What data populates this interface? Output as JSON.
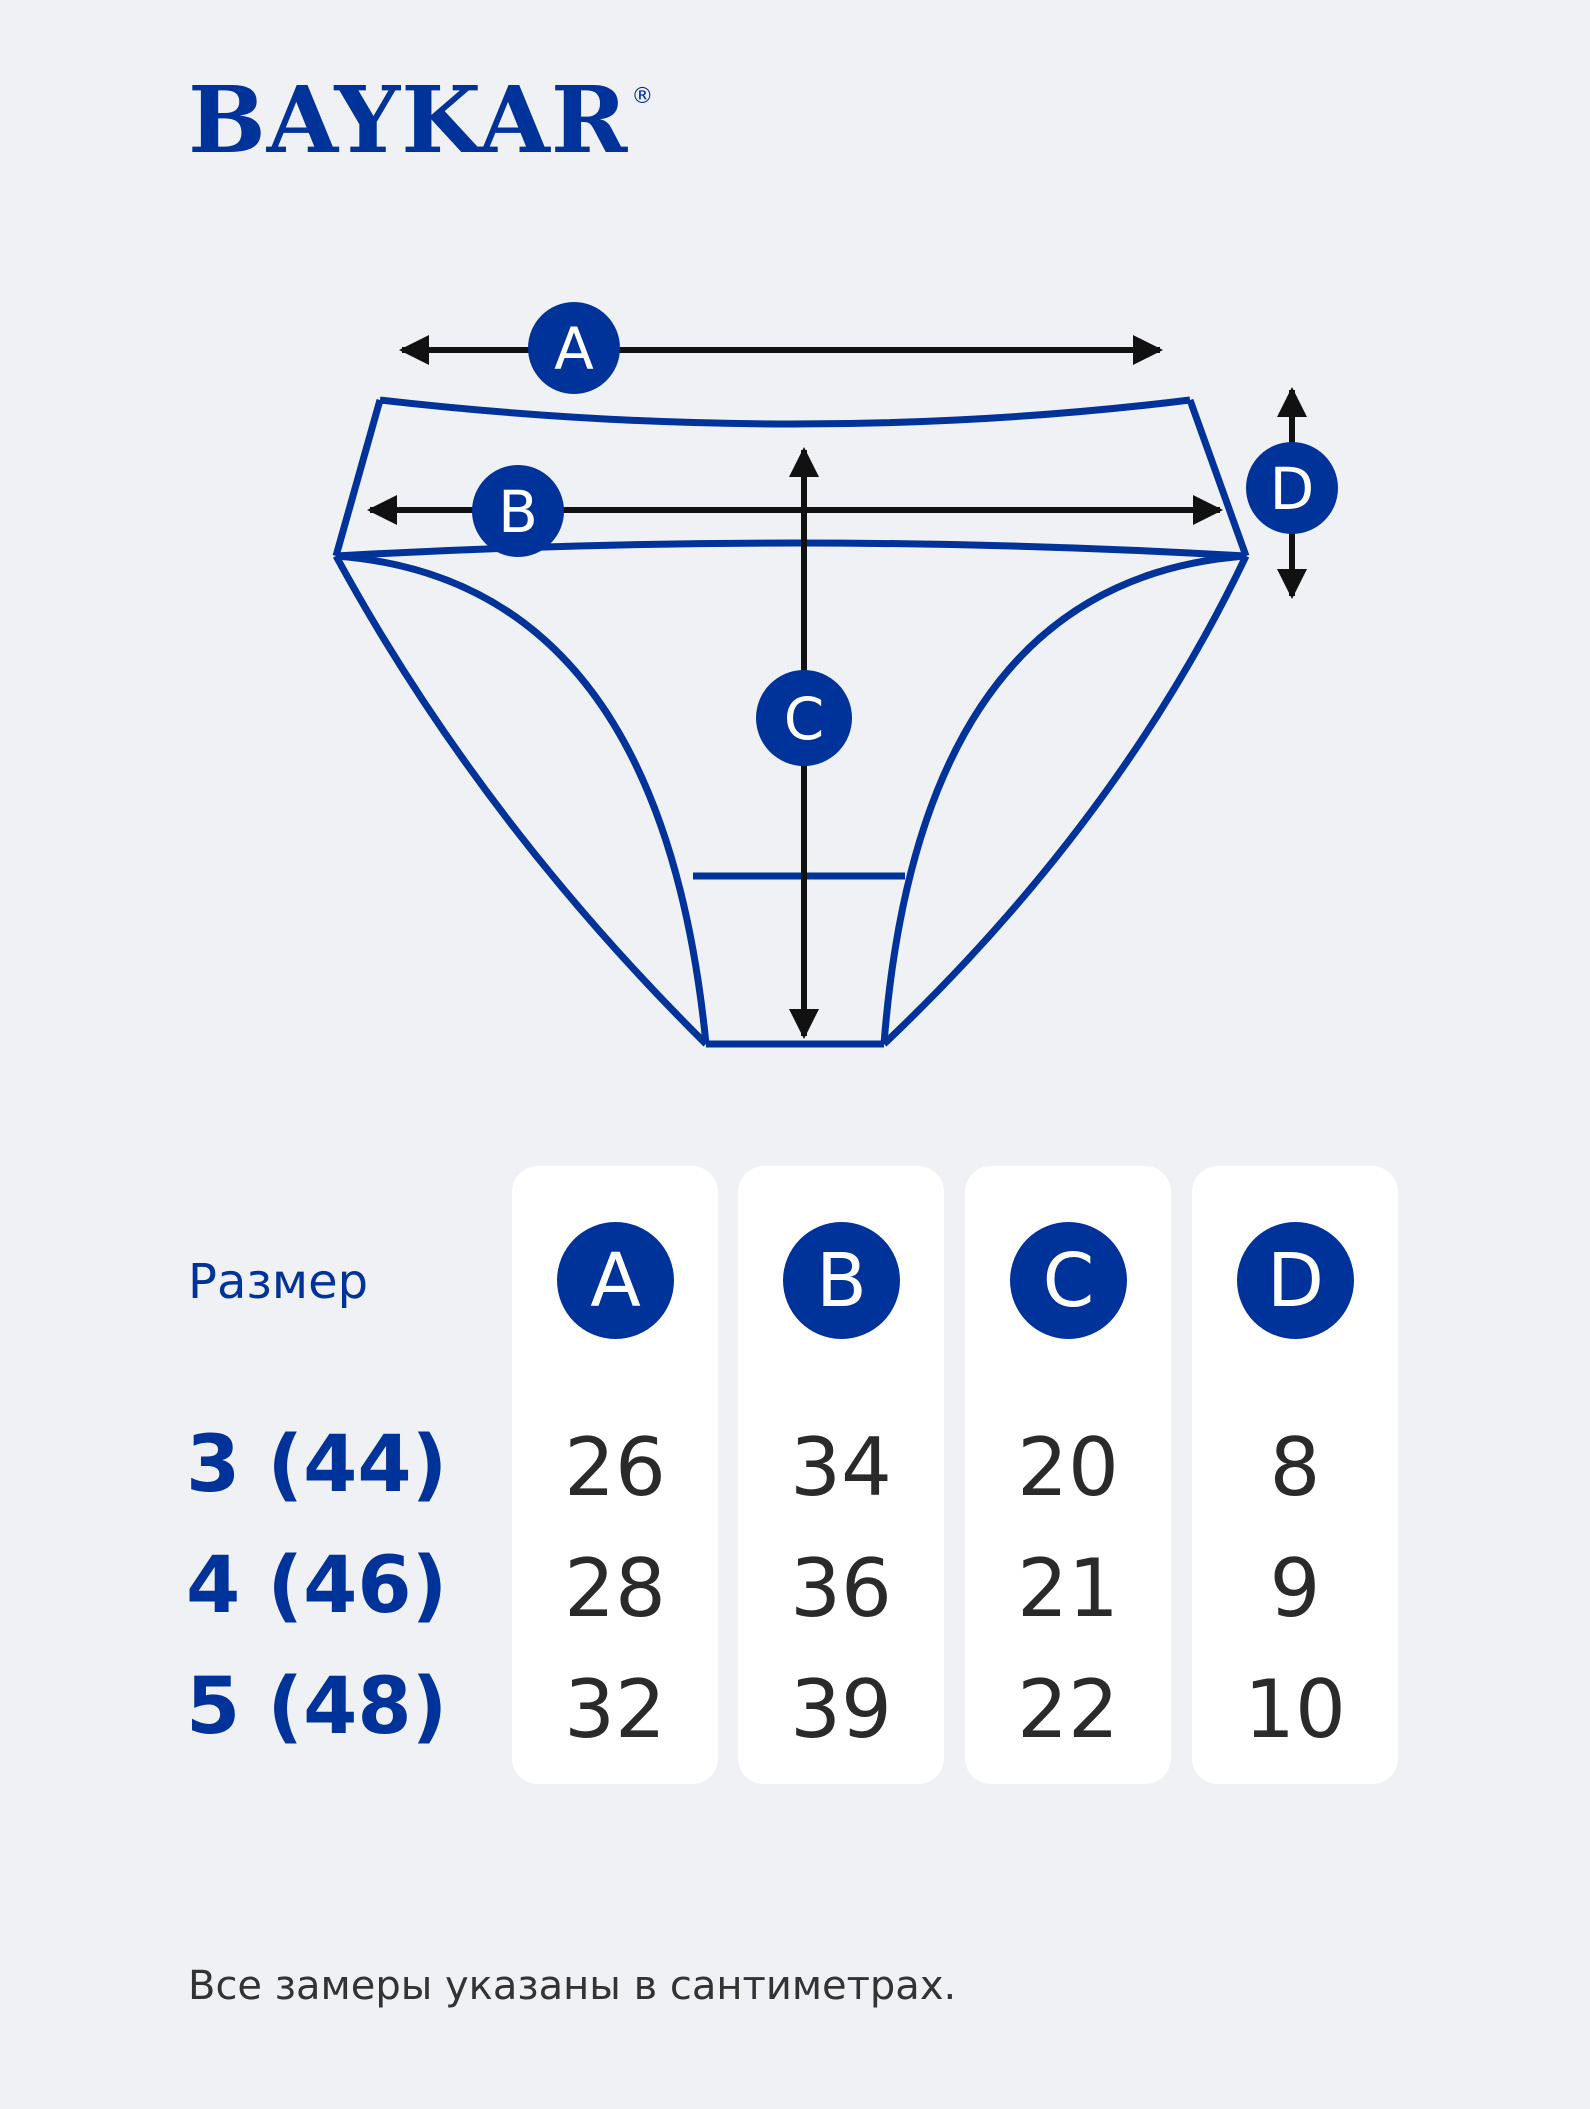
{
  "brand": {
    "name": "BAYKAR",
    "mark": "®"
  },
  "diagram": {
    "labels": {
      "a": "A",
      "b": "B",
      "c": "C",
      "d": "D"
    }
  },
  "table": {
    "size_header": "Размер",
    "columns": [
      "A",
      "B",
      "C",
      "D"
    ],
    "rows": [
      {
        "size": "3 (44)",
        "values": [
          "26",
          "34",
          "20",
          "8"
        ]
      },
      {
        "size": "4 (46)",
        "values": [
          "28",
          "36",
          "21",
          "9"
        ]
      },
      {
        "size": "5 (48)",
        "values": [
          "32",
          "39",
          "22",
          "10"
        ]
      }
    ]
  },
  "footnote": "Все замеры указаны в сантиметрах.",
  "colors": {
    "accent": "#003399",
    "background": "#f0f1f5",
    "card": "#ffffff",
    "text": "#2a2a2a"
  }
}
